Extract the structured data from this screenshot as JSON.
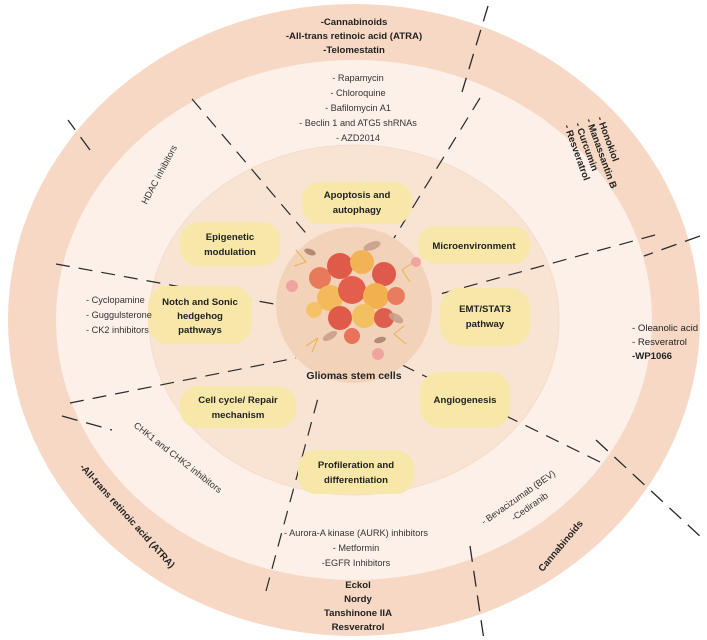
{
  "center": {
    "label": "Gliomas stem cells"
  },
  "pathways": [
    {
      "id": "apoptosis",
      "lines": [
        "Apoptosis and",
        "autophagy"
      ]
    },
    {
      "id": "microenvironment",
      "lines": [
        "Microenvironment"
      ]
    },
    {
      "id": "emt",
      "lines": [
        "EMT/STAT3",
        "pathway"
      ]
    },
    {
      "id": "angiogenesis",
      "lines": [
        "Angiogenesis"
      ]
    },
    {
      "id": "proliferation",
      "lines": [
        "Profileration and",
        "differentiation"
      ]
    },
    {
      "id": "cellcycle",
      "lines": [
        "Cell cycle/ Repair",
        "mechanism"
      ]
    },
    {
      "id": "notch",
      "lines": [
        "Notch and Sonic",
        "hedgehog",
        "pathways"
      ]
    },
    {
      "id": "epigenetic",
      "lines": [
        "Epigenetic",
        "modulation"
      ]
    }
  ],
  "middle_ring": {
    "apoptosis": [
      "- Rapamycin",
      "- Chloroquine",
      "- Bafilomycin A1",
      "- Beclin 1 and ATG5 shRNAs",
      "- AZD2014"
    ],
    "epigenetic": [
      "HDAC inhibitors"
    ],
    "notch": [
      "- Cyclopamine",
      "- Guggulsterone",
      "- CK2 inhibitors"
    ],
    "cellcycle": [
      "CHK1 and CHK2 inhibitors"
    ],
    "proliferation": [
      "- Aurora-A kinase (AURK) inhibitors",
      "- Metformin",
      "-EGFR Inhibitors"
    ],
    "angiogenesis": [
      "- Bevacizumab (BEV)",
      "-Cediranib"
    ]
  },
  "outer_ring": {
    "top": [
      "-Cannabinoids",
      "-All-trans retinoic acid (ATRA)",
      "-Telomestatin"
    ],
    "top_right": [
      "- Honokiol",
      "- Manassantin B",
      "- Curcumin",
      "- Resveratrol"
    ],
    "right": [
      "- Oleanolic acid",
      "- Resveratrol",
      "-WP1066"
    ],
    "bottom_right": [
      "Cannabinoids"
    ],
    "bottom": [
      "Eckol",
      "Nordy",
      "Tanshinone IIA",
      "Resveratrol"
    ],
    "bottom_left": [
      "-All-trans retinoic acid (ATRA)"
    ]
  },
  "colors": {
    "outer_ring": "#f6d8c4",
    "middle_ring": "#fdf0e9",
    "inner_ring": "#f9e3d3",
    "center_circle": "#f2d3ba",
    "pill": "#f7e7a9"
  }
}
